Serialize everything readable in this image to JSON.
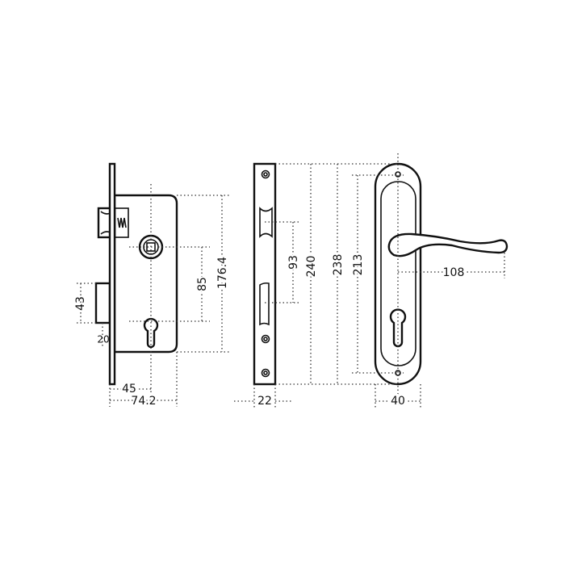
{
  "diagram": {
    "lock_body": {
      "backset": "45",
      "body_depth": "74.2",
      "deadbolt_height": "43",
      "deadbolt_throw": "20",
      "center_distance": "85",
      "body_height": "176.4"
    },
    "strike_plate": {
      "width": "22",
      "height": "240",
      "opening_distance": "93"
    },
    "handle": {
      "plate_height": "238",
      "screw_distance": "213",
      "plate_width": "40",
      "lever_length": "108"
    },
    "colors": {
      "line": "#111111",
      "background": "#ffffff"
    }
  }
}
